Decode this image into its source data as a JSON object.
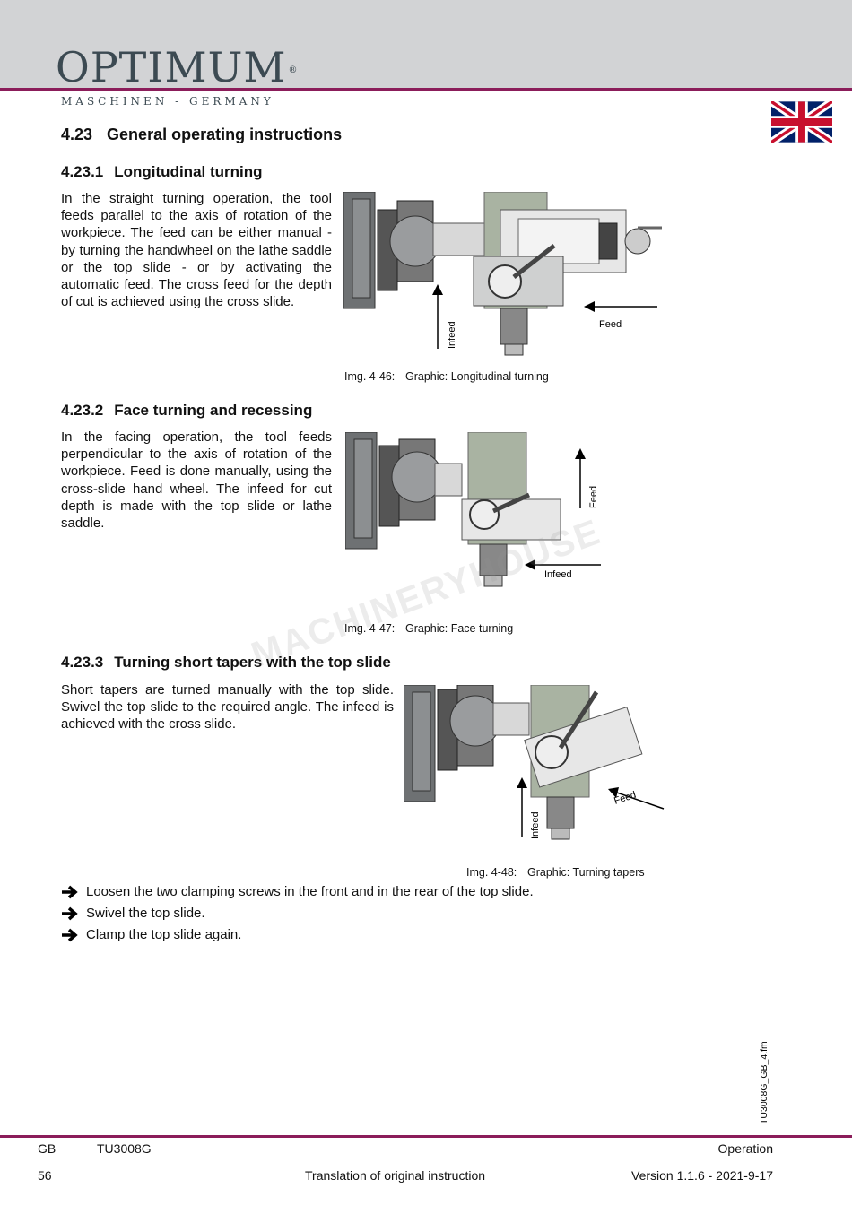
{
  "header": {
    "logo": "OPTIMUM",
    "logo_mark": "®",
    "tagline": "MASCHINEN - GERMANY"
  },
  "s1": {
    "num": "4.23",
    "title": "General operating instructions"
  },
  "s2": {
    "num": "4.23.1",
    "title": "Longitudinal turning",
    "text": "In the straight turning operation, the tool feeds parallel to the axis of rotation of the workpiece. The feed can be either manual - by turning the handwheel on the lathe saddle or the top slide - or by activating the automatic feed. The cross feed for the depth of cut is achieved using the cross slide.",
    "fig_labels": {
      "infeed": "Infeed",
      "feed": "Feed"
    },
    "caption_num": "Img. 4-46:",
    "caption": "Graphic: Longitudinal turning"
  },
  "s3": {
    "num": "4.23.2",
    "title": "Face turning and recessing",
    "text": "In the facing operation, the tool feeds perpendicular to the axis of rotation of the workpiece. Feed is done manually, using the cross-slide hand wheel. The infeed for cut depth is made with the top slide or lathe saddle.",
    "fig_labels": {
      "infeed": "Infeed",
      "feed": "Feed"
    },
    "caption_num": "Img. 4-47:",
    "caption": "Graphic: Face turning",
    "watermark": "MACHINERYHOUSE"
  },
  "s4": {
    "num": "4.23.3",
    "title": "Turning short tapers with the top slide",
    "text": "Short tapers are turned manually with the top slide. Swivel the top slide to the required angle. The infeed is achieved with the cross slide.",
    "fig_labels": {
      "infeed": "Infeed",
      "feed": "Feed"
    },
    "caption_num": "Img. 4-48:",
    "caption": "Graphic: Turning tapers"
  },
  "steps": [
    "Loosen the two clamping screws in the front and in the rear of the top slide.",
    "Swivel the top slide.",
    "Clamp the top slide again."
  ],
  "side_ref": "TU3008G_GB_4.fm",
  "footer": {
    "lang": "GB",
    "model": "TU3008G",
    "chapter": "Operation",
    "page": "56",
    "note": "Translation of original instruction",
    "version": "Version 1.1.6 - 2021-9-17"
  },
  "colors": {
    "accent": "#8b1d5a",
    "header_bg": "#d2d3d5",
    "logo": "#3c4a52",
    "slide_green": "#a9b3a2"
  }
}
